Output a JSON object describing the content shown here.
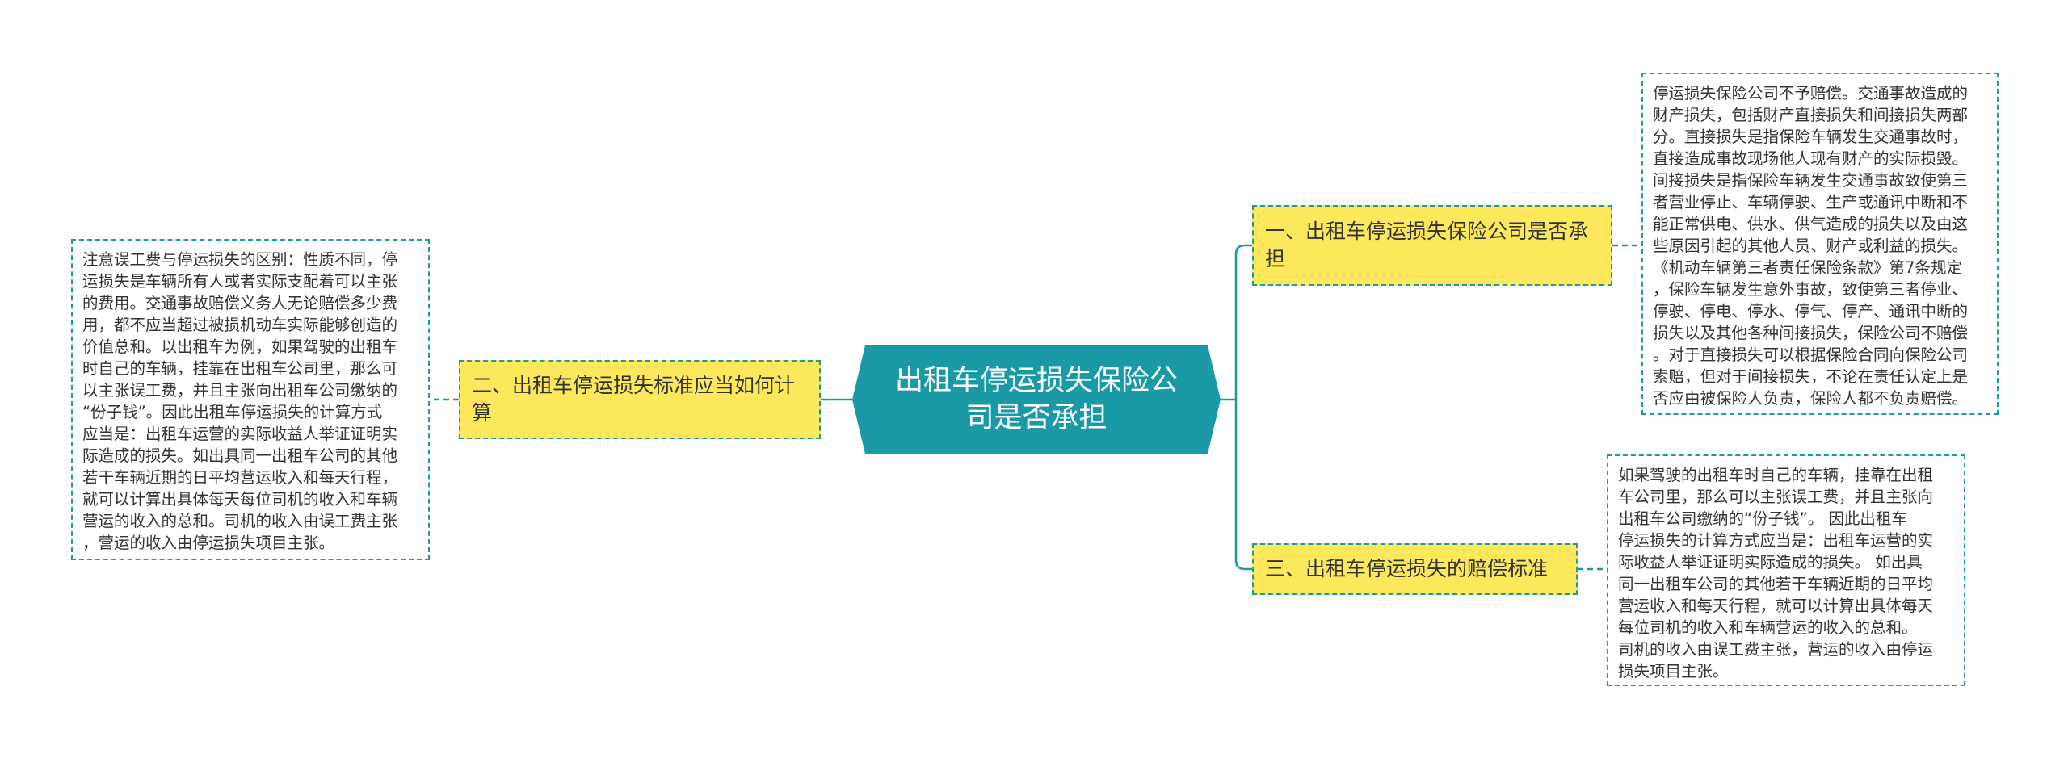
{
  "colors": {
    "accent": "#1a9aa6",
    "topic_fill": "#fde75a",
    "text": "#333333"
  },
  "center": {
    "title": "出租车停运损失保险公司是否承担"
  },
  "topics": [
    {
      "label": "一、出租车停运损失保险公司是否承担",
      "detail": "停运损失保险公司不予赔偿。交通事故造成的\n财产损失，包括财产直接损失和间接损失两部\n分。直接损失是指保险车辆发生交通事故时，\n直接造成事故现场他人现有财产的实际损毁。\n间接损失是指保险车辆发生交通事故致使第三\n者营业停止、车辆停驶、生产或通讯中断和不\n能正常供电、供水、供气造成的损失以及由这\n些原因引起的其他人员、财产或利益的损失。\n《机动车辆第三者责任保险条款》第7条规定\n，保险车辆发生意外事故，致使第三者停业、\n停驶、停电、停水、停气、停产、通讯中断的\n损失以及其他各种间接损失，保险公司不赔偿\n。对于直接损失可以根据保险合同向保险公司\n索赔，但对于间接损失，不论在责任认定上是\n否应由被保险人负责，保险人都不负责赔偿。"
    },
    {
      "label": "二、出租车停运损失标准应当如何计算",
      "detail": "注意误工费与停运损失的区别：性质不同，停\n运损失是车辆所有人或者实际支配着可以主张\n的费用。交通事故赔偿义务人无论赔偿多少费\n用，都不应当超过被损机动车实际能够创造的\n价值总和。以出租车为例，如果驾驶的出租车\n时自己的车辆，挂靠在出租车公司里，那么可\n以主张误工费，并且主张向出租车公司缴纳的\n“份子钱”。因此出租车停运损失的计算方式\n应当是：出租车运营的实际收益人举证证明实\n际造成的损失。如出具同一出租车公司的其他\n若干车辆近期的日平均营运收入和每天行程，\n就可以计算出具体每天每位司机的收入和车辆\n营运的收入的总和。司机的收入由误工费主张\n，营运的收入由停运损失项目主张。"
    },
    {
      "label": "三、出租车停运损失的赔偿标准",
      "detail": "如果驾驶的出租车时自己的车辆，挂靠在出租\n车公司里，那么可以主张误工费，并且主张向\n出租车公司缴纳的“份子钱”。 因此出租车\n停运损失的计算方式应当是：出租车运营的实\n际收益人举证证明实际造成的损失。 如出具\n同一出租车公司的其他若干车辆近期的日平均\n营运收入和每天行程，就可以计算出具体每天\n每位司机的收入和车辆营运的收入的总和。\n司机的收入由误工费主张，营运的收入由停运\n损失项目主张。"
    }
  ]
}
